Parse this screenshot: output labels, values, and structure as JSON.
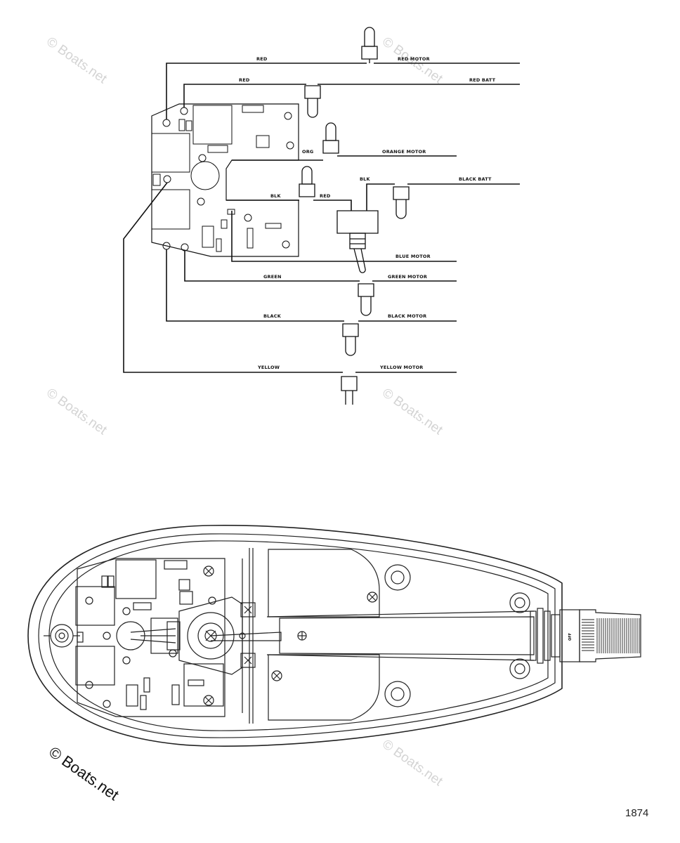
{
  "wiring": {
    "red_top": "RED",
    "red_motor": "RED MOTOR",
    "red_mid": "RED",
    "red_batt": "RED BATT",
    "org": "ORG",
    "orange_motor": "ORANGE MOTOR",
    "blk_top": "BLK",
    "black_batt": "BLACK BATT",
    "blk_left": "BLK",
    "red_right": "RED",
    "blue_motor": "BLUE MOTOR",
    "green": "GREEN",
    "green_motor": "GREEN MOTOR",
    "black": "BLACK",
    "black_motor": "BLACK MOTOR",
    "yellow": "YELLOW",
    "yellow_motor": "YELLOW MOTOR"
  },
  "handle": {
    "off_label": "OFF"
  },
  "watermarks": {
    "text": "© Boats.net",
    "corner_text": "© Boats.net"
  },
  "figure_number": "1874"
}
